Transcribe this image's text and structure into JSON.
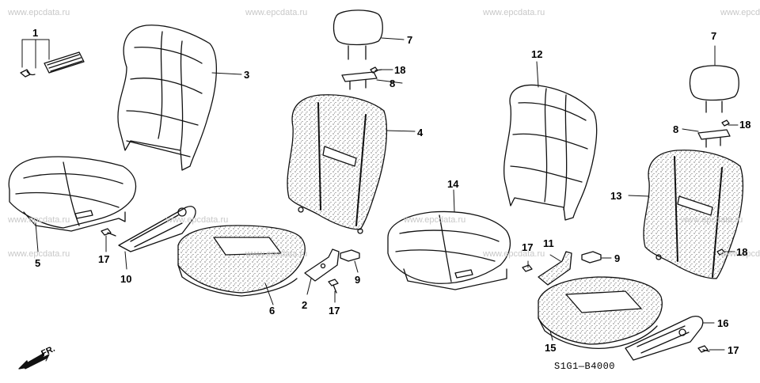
{
  "watermark": "www.epcdata.ru",
  "diagram_code": "S1G1—B4000",
  "front_label": "FR.",
  "callouts": [
    "1",
    "2",
    "3",
    "4",
    "5",
    "6",
    "7",
    "8",
    "9",
    "10",
    "11",
    "12",
    "13",
    "14",
    "15",
    "16",
    "17",
    "18"
  ],
  "icons": {
    "front_arrow": "front-direction-arrow-icon"
  }
}
